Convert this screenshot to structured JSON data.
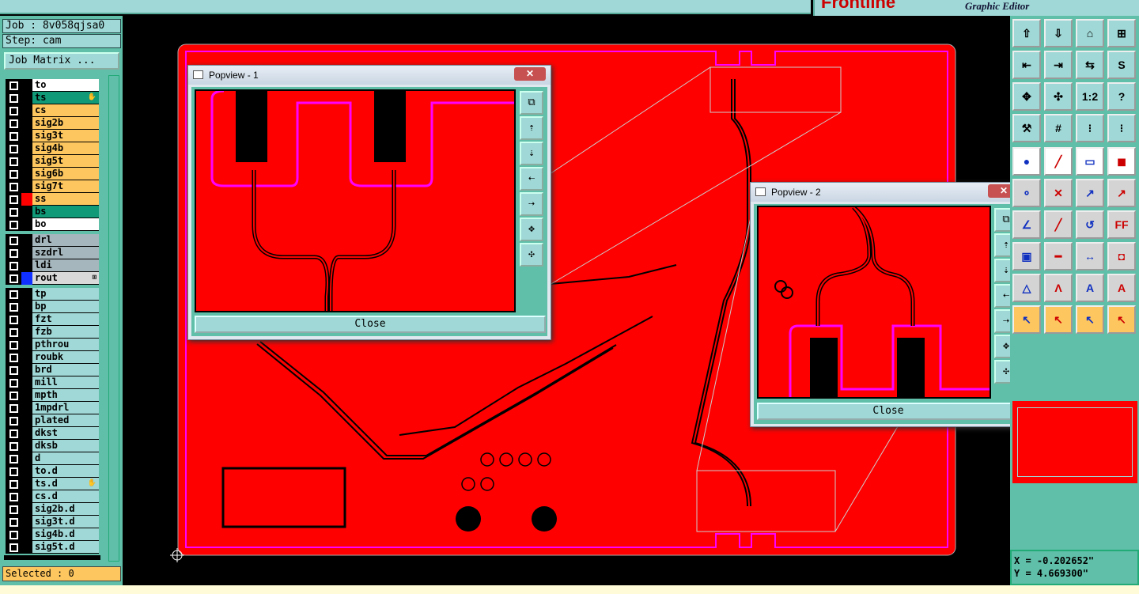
{
  "header": {
    "logo": "Frontline",
    "subtitle": "Graphic Editor"
  },
  "job": {
    "job_label": "Job : 8v058qjsa0",
    "step_label": "Step: cam",
    "matrix_button": "Job Matrix ..."
  },
  "layer_groups": [
    [
      {
        "name": "to",
        "color": "#ffffff"
      },
      {
        "name": "ts",
        "color": "#109a78",
        "marker": "✋"
      },
      {
        "name": "cs",
        "color": "#fdc65e"
      },
      {
        "name": "sig2b",
        "color": "#fdc65e"
      },
      {
        "name": "sig3t",
        "color": "#fdc65e"
      },
      {
        "name": "sig4b",
        "color": "#fdc65e"
      },
      {
        "name": "sig5t",
        "color": "#fdc65e"
      },
      {
        "name": "sig6b",
        "color": "#fdc65e"
      },
      {
        "name": "sig7t",
        "color": "#fdc65e"
      },
      {
        "name": "ss",
        "color": "#fdc65e",
        "swatch": "#ff0000"
      },
      {
        "name": "bs",
        "color": "#109a78"
      },
      {
        "name": "bo",
        "color": "#ffffff"
      }
    ],
    [
      {
        "name": "drl",
        "color": "#a5b6bd"
      },
      {
        "name": "szdrl",
        "color": "#a5b6bd"
      },
      {
        "name": "ldi",
        "color": "#a5b6bd"
      },
      {
        "name": "rout",
        "color": "#d9d9d9",
        "swatch": "#1030ff",
        "marker": "⊞"
      }
    ],
    [
      {
        "name": "tp",
        "color": "#9fd8d6"
      },
      {
        "name": "bp",
        "color": "#9fd8d6"
      },
      {
        "name": "fzt",
        "color": "#9fd8d6"
      },
      {
        "name": "fzb",
        "color": "#9fd8d6"
      },
      {
        "name": "pthrou",
        "color": "#9fd8d6"
      },
      {
        "name": "roubk",
        "color": "#9fd8d6"
      },
      {
        "name": "brd",
        "color": "#9fd8d6"
      },
      {
        "name": "mill",
        "color": "#9fd8d6"
      },
      {
        "name": "mpth",
        "color": "#9fd8d6"
      },
      {
        "name": "1mpdrl",
        "color": "#9fd8d6"
      },
      {
        "name": "plated",
        "color": "#9fd8d6"
      },
      {
        "name": "dkst",
        "color": "#9fd8d6"
      },
      {
        "name": "dksb",
        "color": "#9fd8d6"
      },
      {
        "name": "d",
        "color": "#9fd8d6"
      },
      {
        "name": "to.d",
        "color": "#9fd8d6"
      },
      {
        "name": "ts.d",
        "color": "#9fd8d6",
        "marker": "✋"
      },
      {
        "name": "cs.d",
        "color": "#9fd8d6"
      },
      {
        "name": "sig2b.d",
        "color": "#9fd8d6"
      },
      {
        "name": "sig3t.d",
        "color": "#9fd8d6"
      },
      {
        "name": "sig4b.d",
        "color": "#9fd8d6"
      },
      {
        "name": "sig5t.d",
        "color": "#9fd8d6"
      }
    ]
  ],
  "status": {
    "selected": "Selected : 0"
  },
  "popview1": {
    "title": "Popview - 1",
    "close": "Close"
  },
  "popview2": {
    "title": "Popview - 2",
    "close": "Close"
  },
  "coords": {
    "x": "X = -0.202652\"",
    "y": "Y = 4.669300\""
  },
  "colors": {
    "board": "#ff0000",
    "panel": "#5fbfa8",
    "outline": "#ff00ff"
  }
}
